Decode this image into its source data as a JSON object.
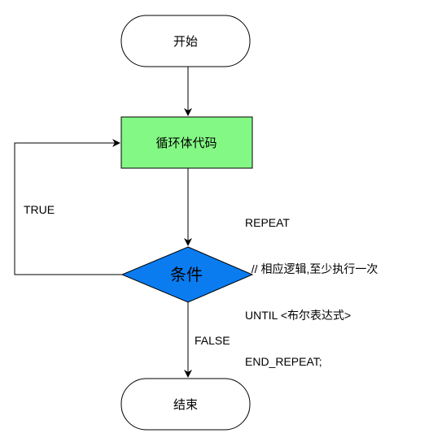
{
  "nodes": {
    "start": {
      "label": "开始"
    },
    "loop_body": {
      "label": "循环体代码",
      "fill": "#84f884"
    },
    "condition": {
      "label": "条件",
      "fill": "#0a7cf0"
    },
    "end": {
      "label": "结束"
    }
  },
  "edges": {
    "true_label": "TRUE",
    "false_label": "FALSE"
  },
  "note": {
    "lines": [
      "REPEAT",
      "  // 相应逻辑,至少执行一次",
      "UNTIL <布尔表达式>",
      "END_REPEAT;"
    ]
  },
  "colors": {
    "stroke": "#000000",
    "background": "#ffffff"
  }
}
